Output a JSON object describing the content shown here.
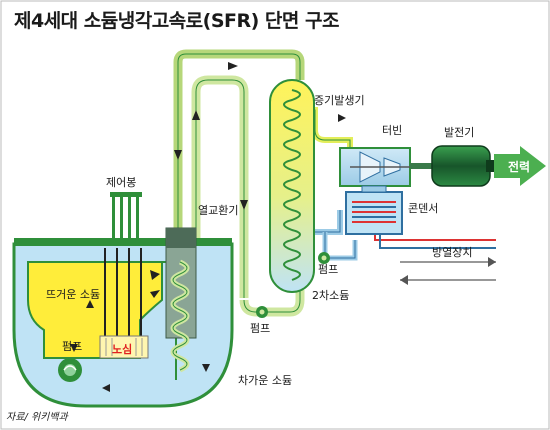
{
  "title": "제4세대 소듐냉각고속로(SFR) 단면 구조",
  "labels": {
    "steam_generator": "증기발생기",
    "turbine": "터빈",
    "generator": "발전기",
    "power": "전력",
    "control_rod": "제어봉",
    "heat_exchanger": "열교환기",
    "condenser": "콘덴서",
    "heat_discharge": "방열장치",
    "hot_sodium": "뜨거운 소듐",
    "pump_upper": "펌프",
    "secondary_sodium": "2차소듐",
    "pump_lower": "펌프",
    "pump_reactor": "펌프",
    "core": "노심",
    "cold_sodium": "차가운 소듐",
    "source": "자료/ 위키백과"
  },
  "colors": {
    "hot_sodium": "#ffed3a",
    "cold_sodium": "#bfe3f5",
    "vessel_green": "#2f8f3a",
    "pipe_green": "#b6d77a",
    "generator": "#1f6b32",
    "power_arrow": "#4caf50"
  }
}
